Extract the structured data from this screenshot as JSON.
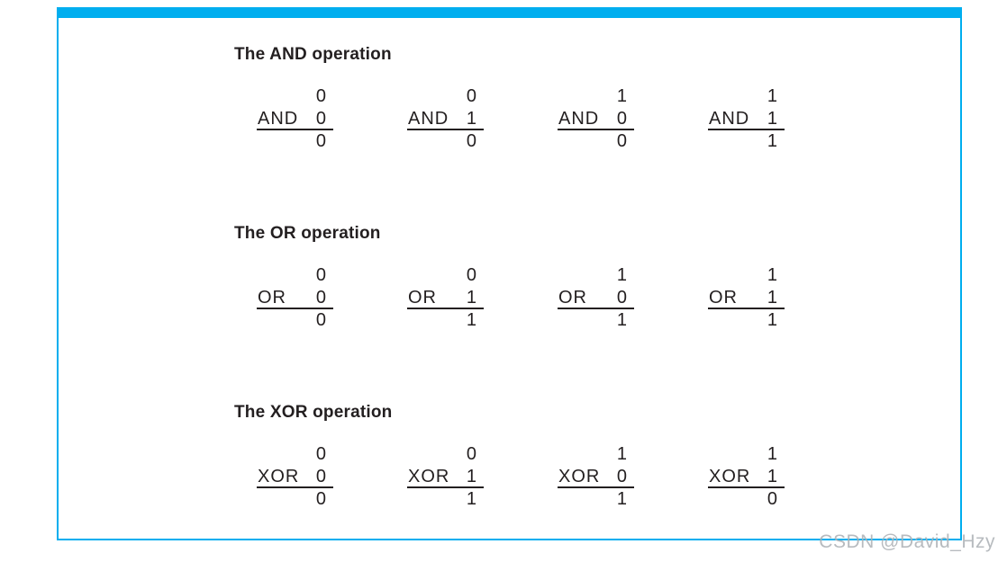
{
  "colors": {
    "accent": "#00AEEF",
    "text": "#231F20",
    "watermark_gray": "#ADB2B6"
  },
  "sections": [
    {
      "title": "The AND operation",
      "operator": "AND",
      "examples": [
        {
          "a": "0",
          "b": "0",
          "result": "0"
        },
        {
          "a": "0",
          "b": "1",
          "result": "0"
        },
        {
          "a": "1",
          "b": "0",
          "result": "0"
        },
        {
          "a": "1",
          "b": "1",
          "result": "1"
        }
      ]
    },
    {
      "title": "The OR operation",
      "operator": "OR",
      "examples": [
        {
          "a": "0",
          "b": "0",
          "result": "0"
        },
        {
          "a": "0",
          "b": "1",
          "result": "1"
        },
        {
          "a": "1",
          "b": "0",
          "result": "1"
        },
        {
          "a": "1",
          "b": "1",
          "result": "1"
        }
      ]
    },
    {
      "title": "The XOR operation",
      "operator": "XOR",
      "examples": [
        {
          "a": "0",
          "b": "0",
          "result": "0"
        },
        {
          "a": "0",
          "b": "1",
          "result": "1"
        },
        {
          "a": "1",
          "b": "0",
          "result": "1"
        },
        {
          "a": "1",
          "b": "1",
          "result": "0"
        }
      ]
    }
  ],
  "watermark": {
    "text": "CSDN @David_Hzy"
  }
}
